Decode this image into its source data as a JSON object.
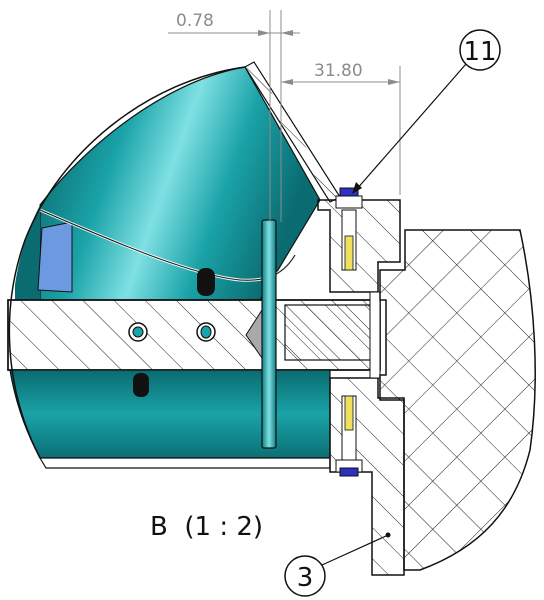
{
  "dimensions": {
    "gap": "0.78",
    "offset": "31.80"
  },
  "balloons": {
    "top": "11",
    "bottom": "3"
  },
  "view_label": "B  (1 : 2)",
  "colors": {
    "teal_dark": "#0b6f74",
    "teal_mid": "#1aa3a8",
    "teal_light": "#5fd3d6",
    "blue_panel": "#6c9ae0",
    "screw_yellow": "#f0e060",
    "screw_blue": "#3030c0",
    "hatch": "#222222",
    "dimension_gray": "#8c8c8c"
  }
}
